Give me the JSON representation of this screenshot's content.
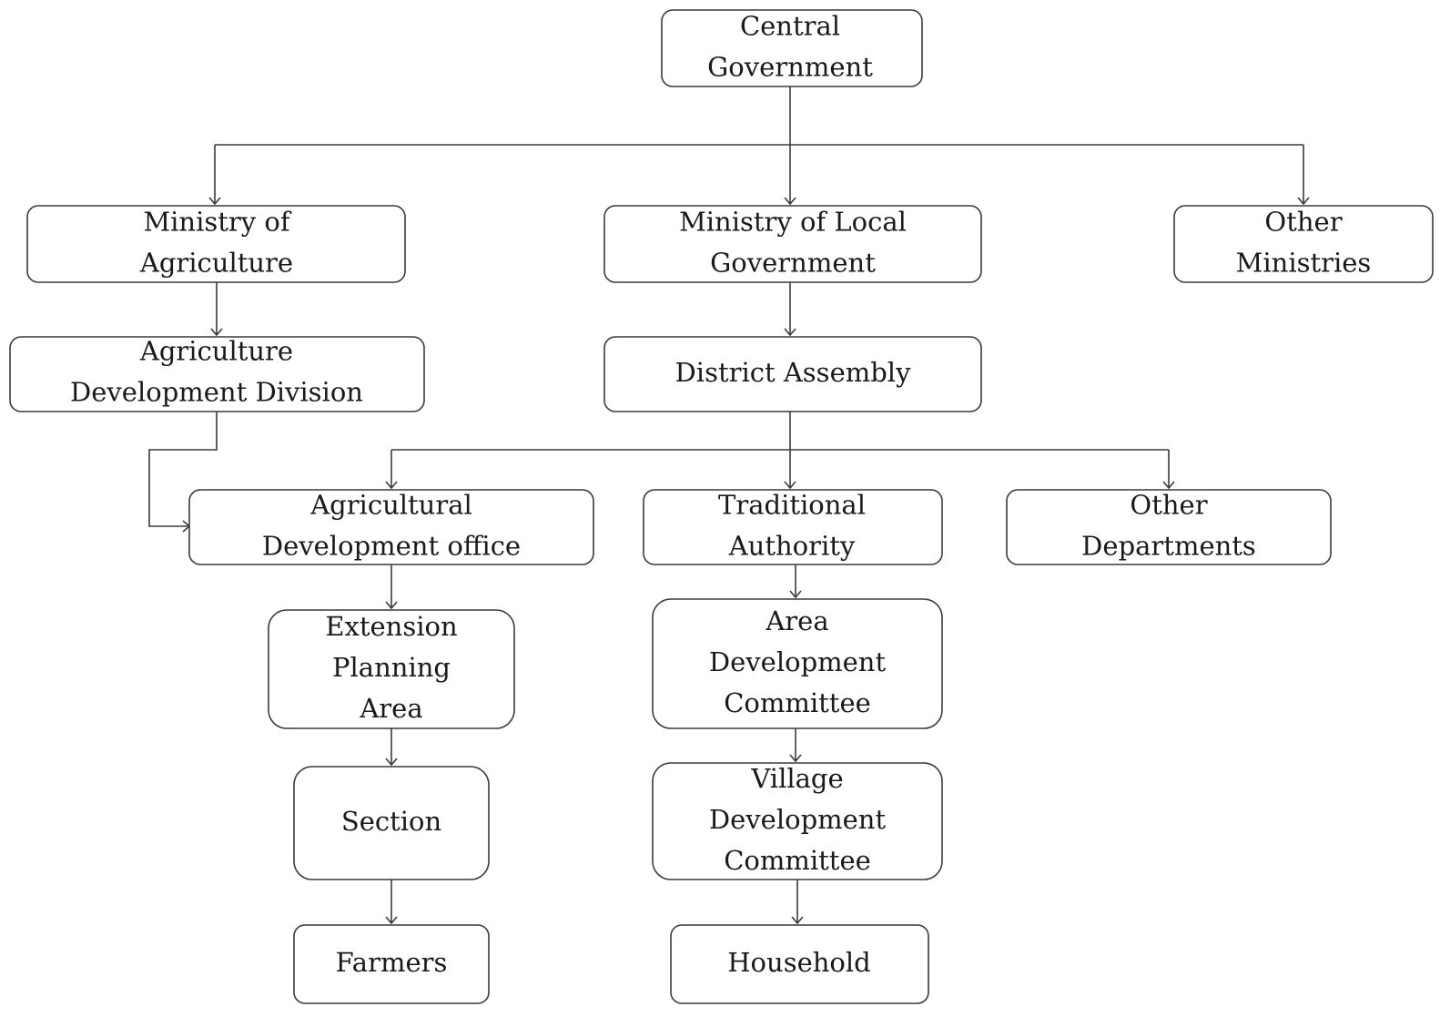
{
  "nodes": {
    "central_government": [
      "Central",
      "Government"
    ],
    "ministry_agriculture": [
      "Ministry of",
      "Agriculture"
    ],
    "ministry_local_government": [
      "Ministry of Local",
      "Government"
    ],
    "other_ministries": [
      "Other",
      "Ministries"
    ],
    "agriculture_development_division": [
      "Agriculture",
      "Development Division"
    ],
    "district_assembly": [
      "District Assembly"
    ],
    "agricultural_development_office": [
      "Agricultural",
      "Development office"
    ],
    "traditional_authority": [
      "Traditional",
      "Authority"
    ],
    "other_departments": [
      "Other",
      "Departments"
    ],
    "extension_planning_area": [
      "Extension",
      "Planning",
      "Area"
    ],
    "area_development_committee": [
      "Area",
      "Development",
      "Committee"
    ],
    "section": [
      "Section"
    ],
    "village_development_committee": [
      "Village",
      "Development",
      "Committee"
    ],
    "farmers": [
      "Farmers"
    ],
    "household": [
      "Household"
    ]
  },
  "edges": [
    [
      "central_government",
      "ministry_agriculture"
    ],
    [
      "central_government",
      "ministry_local_government"
    ],
    [
      "central_government",
      "other_ministries"
    ],
    [
      "ministry_agriculture",
      "agriculture_development_division"
    ],
    [
      "agriculture_development_division",
      "agricultural_development_office"
    ],
    [
      "ministry_local_government",
      "district_assembly"
    ],
    [
      "district_assembly",
      "agricultural_development_office"
    ],
    [
      "district_assembly",
      "traditional_authority"
    ],
    [
      "district_assembly",
      "other_departments"
    ],
    [
      "agricultural_development_office",
      "extension_planning_area"
    ],
    [
      "extension_planning_area",
      "section"
    ],
    [
      "section",
      "farmers"
    ],
    [
      "traditional_authority",
      "area_development_committee"
    ],
    [
      "area_development_committee",
      "village_development_committee"
    ],
    [
      "village_development_committee",
      "household"
    ]
  ]
}
